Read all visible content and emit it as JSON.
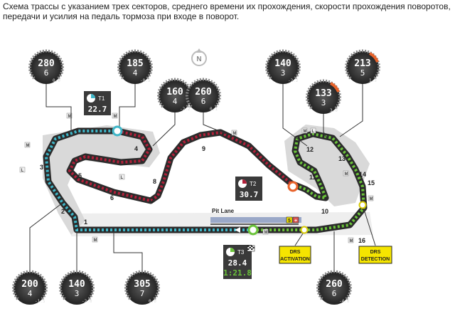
{
  "caption": "Схема трассы с указанием трех секторов, среднего времени их прохождения, скорости прохождения поворотов, передачи и усилия на педаль тормоза при входе в поворот.",
  "compass": "N",
  "pit_lane": "Pit Lane",
  "pit_badges": [
    "5",
    "+"
  ],
  "corners": [
    "1",
    "2",
    "3",
    "4",
    "5",
    "6",
    "7",
    "8",
    "9",
    "10",
    "11",
    "12",
    "13",
    "14",
    "15",
    "16"
  ],
  "gauges": [
    {
      "speed": "280",
      "gear": "6",
      "g": "0.0"
    },
    {
      "speed": "185",
      "gear": "4",
      "g": "-0.5"
    },
    {
      "speed": "160",
      "gear": "4",
      "g": "-2.2"
    },
    {
      "speed": "260",
      "gear": "6",
      "g": "0.1"
    },
    {
      "speed": "140",
      "gear": "3",
      "g": "-2.2"
    },
    {
      "speed": "133",
      "gear": "3",
      "g": "3.0"
    },
    {
      "speed": "213",
      "gear": "5",
      "g": "1.5"
    },
    {
      "speed": "200",
      "gear": "4",
      "g": "-1.5"
    },
    {
      "speed": "140",
      "gear": "3",
      "g": "-2.0"
    },
    {
      "speed": "305",
      "gear": "7",
      "g": "0.0"
    },
    {
      "speed": "260",
      "gear": "6",
      "g": "-4.0"
    }
  ],
  "sectors": [
    {
      "label": "T1",
      "time": "22.7"
    },
    {
      "label": "T2",
      "time": "30.7"
    },
    {
      "label": "T3",
      "time": "28.4",
      "lap": "1:21.8"
    }
  ],
  "drs": [
    {
      "line1": "DRS",
      "line2": "ACTIVATION"
    },
    {
      "line1": "DRS",
      "line2": "DETECTION"
    }
  ],
  "markers": {
    "m": "M",
    "l": "L"
  },
  "colors": {
    "sector1": "#3fb6c8",
    "sector2": "#b2203a",
    "sector3": "#6bc43a",
    "drs_box": "#f5e500",
    "t2_marker": "#e8622a"
  }
}
